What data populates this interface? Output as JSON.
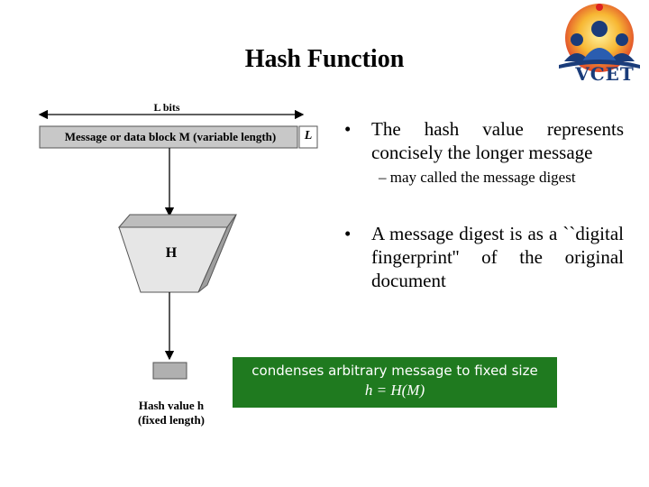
{
  "slide": {
    "title": "Hash Function",
    "logo_text": "VCET"
  },
  "diagram": {
    "length_label": "L bits",
    "message_label": "Message or data block M (variable length)",
    "length_box_label": "L",
    "function_label": "H",
    "output_label_line1": "Hash value h",
    "output_label_line2": "(fixed length)"
  },
  "bullets": [
    {
      "marker": "•",
      "text": "The hash value represents concisely the longer message"
    },
    {
      "marker": "•",
      "text": "A message digest is as a ``digital fingerprint'' of the original document"
    }
  ],
  "sub_bullet": "– may called the message digest",
  "callout": {
    "line1": "condenses arbitrary message to fixed size",
    "line2": "h = H(M)"
  },
  "colors": {
    "callout_bg": "#1f7a1f",
    "box_fill": "#c8c8c8",
    "shape_fill": "#e6e6e6"
  }
}
